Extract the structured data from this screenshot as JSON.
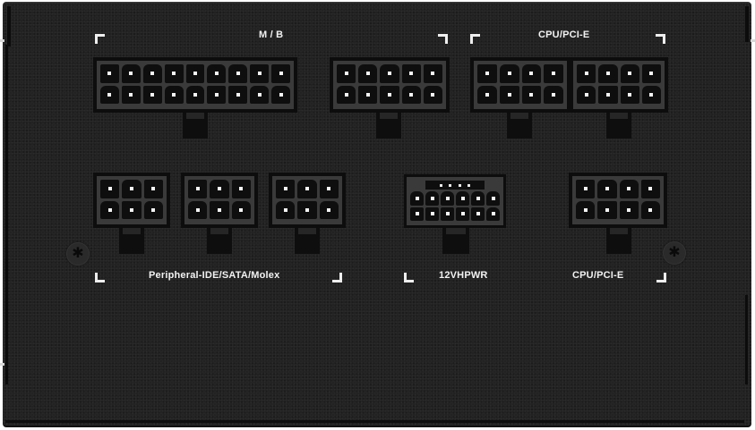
{
  "image": {
    "subject": "PSU modular connector panel",
    "background_color": "#222222",
    "label_color": "#f2f2f2"
  },
  "labels": {
    "mb": "M / B",
    "cpu_pcie_top": "CPU/PCI-E",
    "peripheral": "Peripheral-IDE/SATA/Molex",
    "hpwr": "12VHPWR",
    "cpu_pcie_bottom": "CPU/PCI-E"
  },
  "connectors": [
    {
      "name": "mb-18pin",
      "group": "M / B",
      "rows": 2,
      "cols": 9
    },
    {
      "name": "mb-10pin",
      "group": "M / B",
      "rows": 2,
      "cols": 5
    },
    {
      "name": "cpu-pcie-8pin-1",
      "group": "CPU/PCI-E",
      "rows": 2,
      "cols": 4
    },
    {
      "name": "cpu-pcie-8pin-2",
      "group": "CPU/PCI-E",
      "rows": 2,
      "cols": 4
    },
    {
      "name": "peripheral-6pin-1",
      "group": "Peripheral-IDE/SATA/Molex",
      "rows": 2,
      "cols": 3
    },
    {
      "name": "peripheral-6pin-2",
      "group": "Peripheral-IDE/SATA/Molex",
      "rows": 2,
      "cols": 3
    },
    {
      "name": "peripheral-6pin-3",
      "group": "Peripheral-IDE/SATA/Molex",
      "rows": 2,
      "cols": 3
    },
    {
      "name": "12vhpwr-12+4pin",
      "group": "12VHPWR",
      "rows": 2,
      "cols": 6,
      "sense_pins": 4
    },
    {
      "name": "cpu-pcie-8pin-3",
      "group": "CPU/PCI-E",
      "rows": 2,
      "cols": 4
    }
  ],
  "icons": {
    "screw_left": "torx-screw-icon",
    "screw_right": "torx-screw-icon"
  }
}
